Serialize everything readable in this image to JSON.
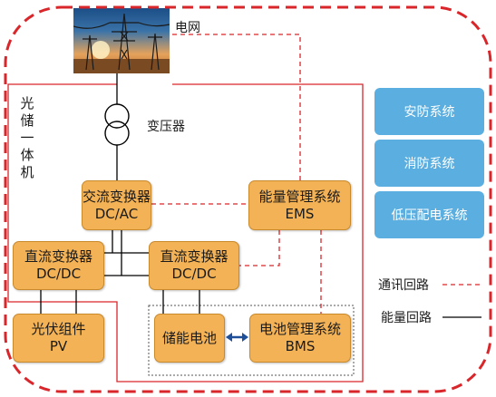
{
  "grid": {
    "label": "电网"
  },
  "transformer": {
    "label": "变压器"
  },
  "integrated_system": {
    "label": [
      "光",
      "储",
      "一",
      "体",
      "机"
    ]
  },
  "components": {
    "ac_converter": {
      "name": "交流变换器",
      "sub": "DC/AC"
    },
    "ems": {
      "name": "能量管理系统",
      "sub": "EMS"
    },
    "dc_converter_left": {
      "name": "直流变换器",
      "sub": "DC/DC"
    },
    "dc_converter_right": {
      "name": "直流变换器",
      "sub": "DC/DC"
    },
    "pv": {
      "name": "光伏组件",
      "sub": "PV"
    },
    "battery": {
      "name": "储能电池"
    },
    "bms": {
      "name": "电池管理系统",
      "sub": "BMS"
    }
  },
  "side_systems": [
    "安防系统",
    "消防系统",
    "低压配电系统"
  ],
  "legend": {
    "comm": "通讯回路",
    "energy": "能量回路"
  },
  "colors": {
    "component_fill": "#f3b255",
    "side_fill": "#5aaee0",
    "comm_line": "#d9262b",
    "energy_line": "#000000",
    "frame": "#d9262b"
  }
}
